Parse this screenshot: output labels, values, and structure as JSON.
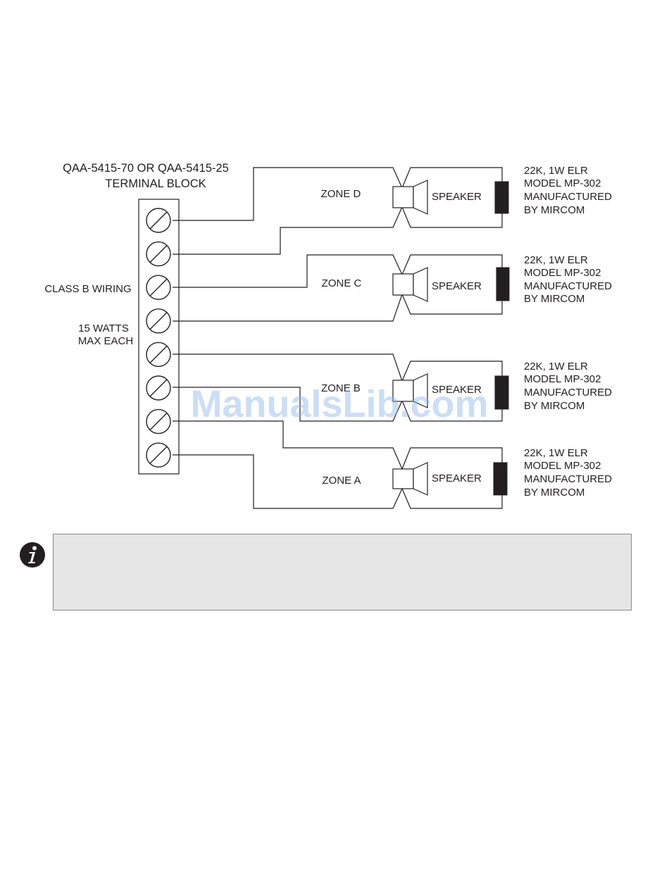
{
  "terminal_block": {
    "title_line1": "QAA-5415-70 OR QAA-5415-25",
    "title_line2": "TERMINAL BLOCK",
    "terminal_count": 8
  },
  "wiring": {
    "class_label": "CLASS B WIRING",
    "power_line1": "15 WATTS",
    "power_line2": "MAX EACH"
  },
  "zones": [
    {
      "zone_label": "ZONE D",
      "speaker_label": "SPEAKER",
      "elr_lines": [
        "22K, 1W ELR",
        "MODEL MP-302",
        "MANUFACTURED",
        "BY MIRCOM"
      ]
    },
    {
      "zone_label": "ZONE C",
      "speaker_label": "SPEAKER",
      "elr_lines": [
        "22K, 1W ELR",
        "MODEL MP-302",
        "MANUFACTURED",
        "BY MIRCOM"
      ]
    },
    {
      "zone_label": "ZONE B",
      "speaker_label": "SPEAKER",
      "elr_lines": [
        "22K, 1W ELR",
        "MODEL MP-302",
        "MANUFACTURED",
        "BY MIRCOM"
      ]
    },
    {
      "zone_label": "ZONE A",
      "speaker_label": "SPEAKER",
      "elr_lines": [
        "22K, 1W ELR",
        "MODEL MP-302",
        "MANUFACTURED",
        "BY MIRCOM"
      ]
    }
  ],
  "watermark": "ManualsLib.com",
  "note": {
    "icon": "info-icon",
    "text": ""
  }
}
